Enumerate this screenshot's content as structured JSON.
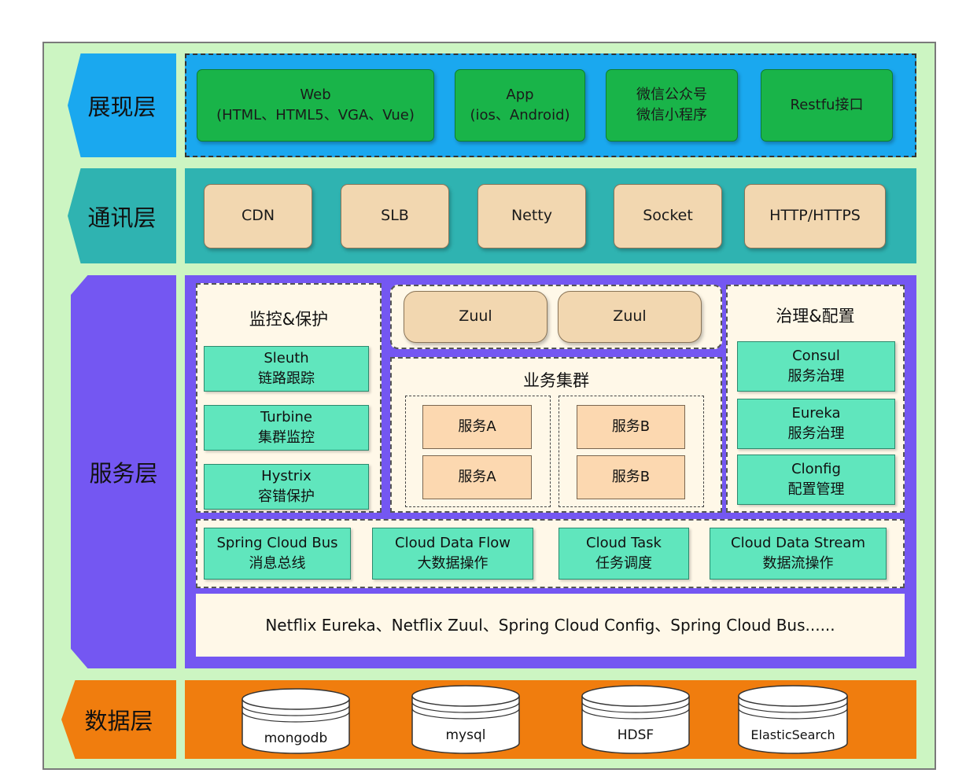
{
  "layers": {
    "presentation": "展现层",
    "communication": "通讯层",
    "service": "服务层",
    "data": "数据层"
  },
  "presentation_items": [
    {
      "line1": "Web",
      "line2": "(HTML、HTML5、VGA、Vue)"
    },
    {
      "line1": "App",
      "line2": "(ios、Android)"
    },
    {
      "line1": "微信公众号",
      "line2": "微信小程序"
    },
    {
      "line1": "Restfu接口",
      "line2": ""
    }
  ],
  "communication_items": [
    "CDN",
    "SLB",
    "Netty",
    "Socket",
    "HTTP/HTTPS"
  ],
  "service": {
    "monitor_title": "监控&保护",
    "monitor_items": [
      {
        "line1": "Sleuth",
        "line2": "链路跟踪"
      },
      {
        "line1": "Turbine",
        "line2": "集群监控"
      },
      {
        "line1": "Hystrix",
        "line2": "容错保护"
      }
    ],
    "gateways": [
      "Zuul",
      "Zuul"
    ],
    "cluster_title": "业务集群",
    "cluster_a": [
      "服务A",
      "服务A"
    ],
    "cluster_b": [
      "服务B",
      "服务B"
    ],
    "governance_title": "治理&配置",
    "governance_items": [
      {
        "line1": "Consul",
        "line2": "服务治理"
      },
      {
        "line1": "Eureka",
        "line2": "服务治理"
      },
      {
        "line1": "Clonfig",
        "line2": "配置管理"
      }
    ],
    "bus_items": [
      {
        "line1": "Spring Cloud Bus",
        "line2": "消息总线"
      },
      {
        "line1": "Cloud Data Flow",
        "line2": "大数据操作"
      },
      {
        "line1": "Cloud Task",
        "line2": "任务调度"
      },
      {
        "line1": "Cloud Data Stream",
        "line2": "数据流操作"
      }
    ],
    "footer_text": "Netflix Eureka、Netflix Zuul、Spring Cloud Config、Spring Cloud Bus......"
  },
  "databases": [
    "mongodb",
    "mysql",
    "HDSF",
    "ElasticSearch"
  ],
  "colors": {
    "presentation": "#1aa8ef",
    "communication": "#2fb3b1",
    "service": "#7457f2",
    "data": "#f07d0e",
    "frame": "#ccf5c2"
  }
}
